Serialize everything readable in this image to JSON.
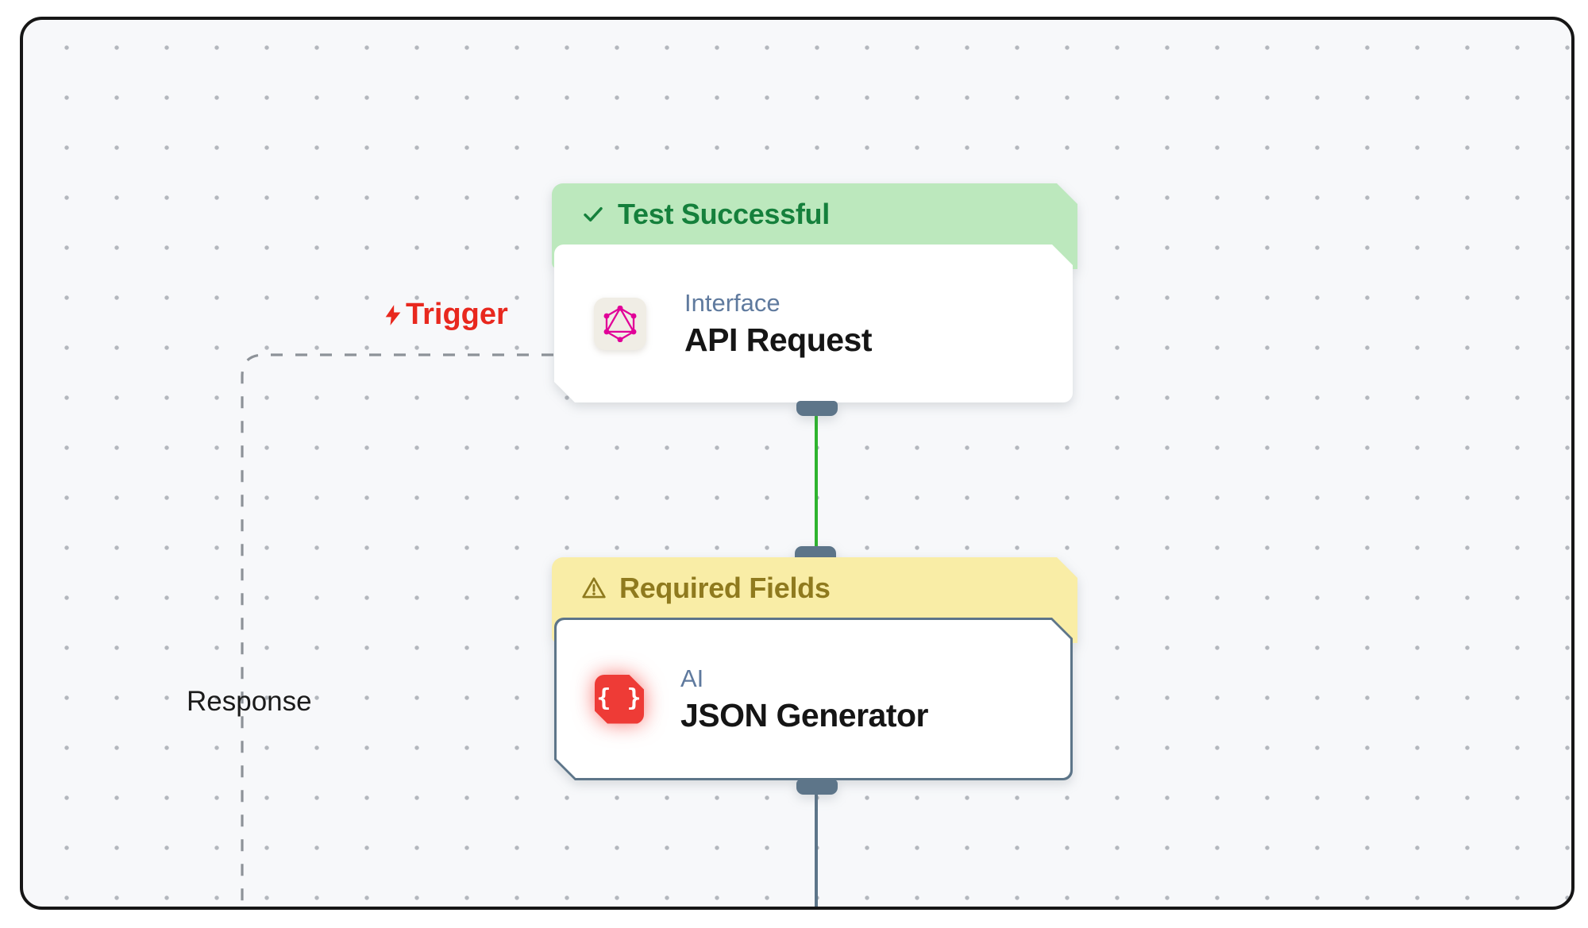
{
  "labels": {
    "trigger": "Trigger",
    "response": "Response"
  },
  "nodes": {
    "api_request": {
      "status": "Test Successful",
      "status_icon": "check-icon",
      "category": "Interface",
      "title": "API Request",
      "app_icon": "graphql-icon"
    },
    "json_generator": {
      "status": "Required Fields",
      "status_icon": "warning-icon",
      "category": "AI",
      "title": "JSON Generator",
      "app_icon": "json-braces-icon",
      "icon_text": "{ }"
    }
  },
  "colors": {
    "canvas_bg": "#f7f8fa",
    "success_banner": "#bce8bd",
    "success_text": "#15803c",
    "warning_banner": "#f9eda6",
    "warning_text": "#8f7a1e",
    "slate_connector": "#5d7589",
    "green_connector": "#2eb42e",
    "graphql_pink": "#e10098",
    "json_red": "#ee3b36",
    "trigger_red": "#e8281e",
    "dashed_edge": "#8d9298"
  }
}
